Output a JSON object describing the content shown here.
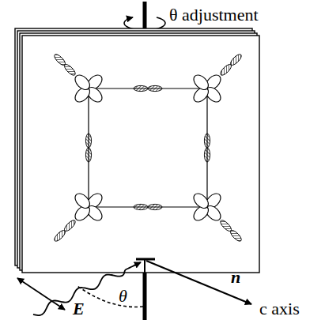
{
  "diagram": {
    "labels": [
      "θ adjustment",
      "E",
      "θ",
      "n",
      "c axis"
    ]
  }
}
